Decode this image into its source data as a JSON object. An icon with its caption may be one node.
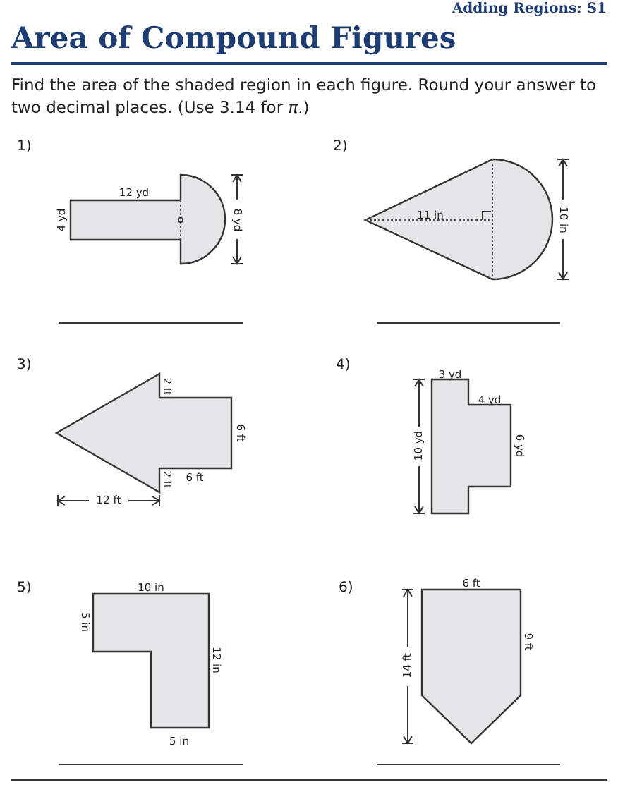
{
  "diagram": {
    "title": "Area of Compound Figures",
    "labels": [
      "Adding Regions: S1",
      "Find the area of the shaded region in each figure. Round your answer to two decimal places. (Use 3.14 for *π*.)",
      "1)",
      "12 yd",
      "4 yd",
      "8 yd",
      "2)",
      "11 in",
      "10 in",
      "3)",
      "2 ft",
      "6 ft",
      "6 ft",
      "2 ft",
      "12 ft",
      "4)",
      "3 yd",
      "4 yd",
      "10 yd",
      "6 yd",
      "5)",
      "10 in",
      "5 in",
      "12 in",
      "5 in",
      "6)",
      "6 ft",
      "14 ft",
      "9 ft"
    ]
  }
}
